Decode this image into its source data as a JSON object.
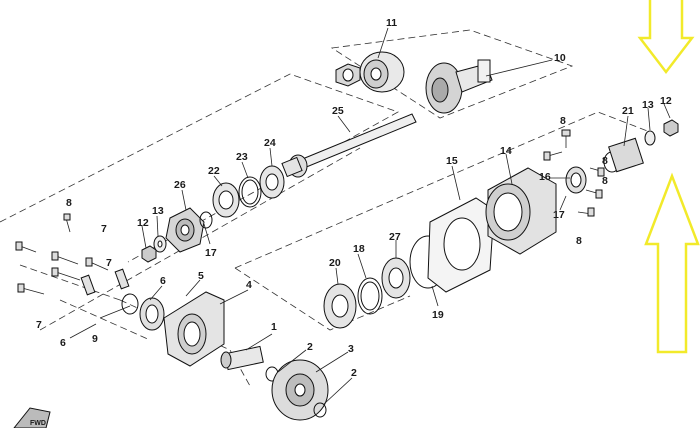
{
  "diagram": {
    "labels": {
      "l1": "1",
      "l2a": "2",
      "l2b": "2",
      "l3": "3",
      "l4": "4",
      "l5": "5",
      "l6a": "6",
      "l6b": "6",
      "l7a": "7",
      "l7b": "7",
      "l7c": "7",
      "l8a": "8",
      "l8b": "8",
      "l8c": "8",
      "l8d": "8",
      "l8e": "8",
      "l9": "9",
      "l10": "10",
      "l11": "11",
      "l12a": "12",
      "l12b": "12",
      "l13a": "13",
      "l13b": "13",
      "l14": "14",
      "l15": "15",
      "l16": "16",
      "l17a": "17",
      "l17b": "17",
      "l18": "18",
      "l19": "19",
      "l20": "20",
      "l21": "21",
      "l22": "22",
      "l23": "23",
      "l24": "24",
      "l25": "25",
      "l26": "26",
      "l27": "27"
    },
    "corner_mark": "FWD",
    "colors": {
      "highlight_arrow": "#f2ea2a",
      "line": "#222222"
    }
  }
}
